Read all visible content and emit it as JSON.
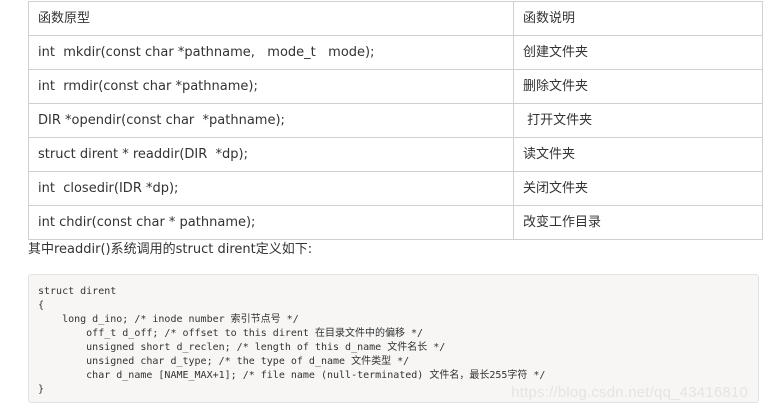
{
  "function_table": {
    "headers": {
      "prototype": "函数原型",
      "description": "函数说明"
    },
    "rows": [
      {
        "prototype": "int  mkdir(const char *pathname,   mode_t   mode);",
        "description": "创建文件夹"
      },
      {
        "prototype": "int  rmdir(const char *pathname);",
        "description": "删除文件夹"
      },
      {
        "prototype": "DIR *opendir(const char  *pathname);",
        "description": " 打开文件夹"
      },
      {
        "prototype": "struct dirent * readdir(DIR  *dp);",
        "description": "读文件夹"
      },
      {
        "prototype": "int  closedir(IDR *dp);",
        "description": "关闭文件夹"
      },
      {
        "prototype": "int chdir(const char * pathname);",
        "description": "改变工作目录"
      }
    ]
  },
  "intro_text": "其中readdir()系统调用的struct dirent定义如下:",
  "code_block": {
    "lines": [
      "struct dirent",
      "{",
      "    long d_ino; /* inode number 索引节点号 */",
      "        off_t d_off; /* offset to this dirent 在目录文件中的偏移 */",
      "        unsigned short d_reclen; /* length of this d_name 文件名长 */",
      "        unsigned char d_type; /* the type of d_name 文件类型 */",
      "        char d_name [NAME_MAX+1]; /* file name (null-terminated) 文件名，最长255字符 */",
      "}"
    ]
  },
  "watermark": "https://blog.csdn.net/qq_43416810",
  "colors": {
    "border": "#d0d0d0",
    "text": "#333333",
    "code_background": "#f7f6f5",
    "watermark": "#e4e4e4"
  }
}
